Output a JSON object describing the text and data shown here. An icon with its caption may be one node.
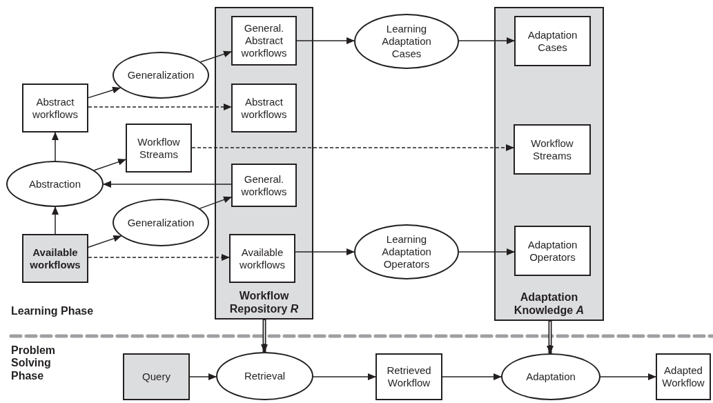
{
  "diagram": {
    "nodes": [
      {
        "text": [
          "Abstract workflows"
        ]
      },
      {
        "text": [
          "Generalization"
        ]
      },
      {
        "text": [
          "Workflow Streams"
        ]
      },
      {
        "text": [
          "Abstraction"
        ]
      },
      {
        "text": [
          "Generalization"
        ]
      },
      {
        "text": [
          "Available workflows"
        ]
      },
      {
        "text": [
          "Workflow Repository *R*"
        ]
      },
      {
        "text": [
          "General. Abstract workflows"
        ],
        "in": 6
      },
      {
        "text": [
          "Abstract workflows"
        ],
        "in": 6
      },
      {
        "text": [
          "General. workflows"
        ],
        "in": 6
      },
      {
        "text": [
          "Available workflows"
        ],
        "in": 6
      },
      {
        "text": [
          "Learning Adaptation Cases"
        ]
      },
      {
        "text": [
          "Adaptation Knowledge *A*"
        ]
      },
      {
        "text": [
          "Adaptation Cases"
        ],
        "in": 12
      },
      {
        "text": [
          "Workflow Streams"
        ],
        "in": 12
      },
      {
        "text": [
          "Adaptation Operators"
        ],
        "in": 12
      },
      {
        "text": [
          "Learning Adaptation Operators"
        ]
      },
      {
        "text": [
          "Query"
        ]
      },
      {
        "text": [
          "Retrieval"
        ]
      },
      {
        "text": [
          "Retrieved Workflow"
        ]
      },
      {
        "text": [
          "Adaptation"
        ]
      },
      {
        "text": [
          "Adapted Workflow"
        ]
      }
    ],
    "edges": [
      {
        "from": 0,
        "to": 1,
        "arrow": "to"
      },
      {
        "from": 0,
        "to": 8,
        "arrow": "to",
        "style": "dashed"
      },
      {
        "from": 3,
        "to": 0,
        "arrow": "to"
      },
      {
        "from": 3,
        "to": 2,
        "arrow": "to"
      },
      {
        "from": 2,
        "to": 14,
        "arrow": "to",
        "style": "dashed"
      },
      {
        "from": 9,
        "to": 3,
        "arrow": "to"
      },
      {
        "from": 4,
        "to": 9,
        "arrow": "to"
      },
      {
        "from": 1,
        "to": 7,
        "arrow": "to"
      },
      {
        "from": 5,
        "to": 3,
        "arrow": "to"
      },
      {
        "from": 5,
        "to": 4,
        "arrow": "to"
      },
      {
        "from": 5,
        "to": 10,
        "arrow": "to",
        "style": "dashed"
      },
      {
        "from": 7,
        "to": 11,
        "arrow": "to"
      },
      {
        "from": 11,
        "to": 13,
        "arrow": "to"
      },
      {
        "from": 10,
        "to": 16,
        "arrow": "to"
      },
      {
        "from": 16,
        "to": 15,
        "arrow": "to"
      },
      {
        "from": 6,
        "to": 18,
        "arrow": "to",
        "style": "thick"
      },
      {
        "from": 12,
        "to": 20,
        "arrow": "to",
        "style": "thick"
      },
      {
        "from": 17,
        "to": 18,
        "arrow": "to"
      },
      {
        "from": 18,
        "to": 19,
        "arrow": "to"
      },
      {
        "from": 19,
        "to": 20,
        "arrow": "to"
      },
      {
        "from": 20,
        "to": 21,
        "arrow": "to"
      }
    ],
    "labels": [
      "Learning Phase",
      "Problem Solving Phase"
    ]
  }
}
